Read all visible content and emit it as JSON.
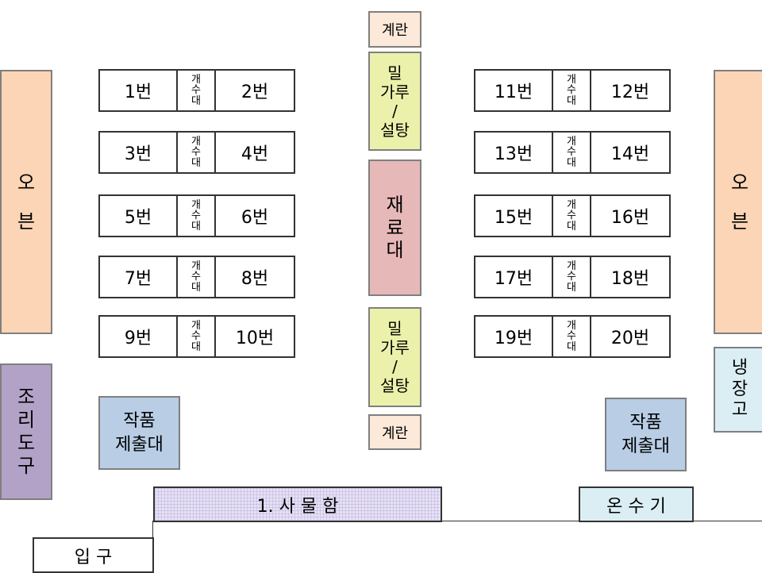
{
  "oven_left": [
    "오",
    "븐"
  ],
  "oven_right": [
    "오",
    "븐"
  ],
  "tools": [
    "조",
    "리",
    "도",
    "구"
  ],
  "fridge": [
    "냉",
    "장",
    "고"
  ],
  "egg_top": "계란",
  "egg_bottom": "계란",
  "flour_top": [
    "밀",
    "가루",
    "/",
    "설탕"
  ],
  "flour_bottom": [
    "밀",
    "가루",
    "/",
    "설탕"
  ],
  "material": [
    "재",
    "료",
    "대"
  ],
  "sink": [
    "개",
    "수",
    "대"
  ],
  "stations_left": [
    {
      "a": "1번",
      "b": "2번"
    },
    {
      "a": "3번",
      "b": "4번"
    },
    {
      "a": "5번",
      "b": "6번"
    },
    {
      "a": "7번",
      "b": "8번"
    },
    {
      "a": "9번",
      "b": "10번"
    }
  ],
  "stations_right": [
    {
      "a": "11번",
      "b": "12번"
    },
    {
      "a": "13번",
      "b": "14번"
    },
    {
      "a": "15번",
      "b": "16번"
    },
    {
      "a": "17번",
      "b": "18번"
    },
    {
      "a": "19번",
      "b": "20번"
    }
  ],
  "submit_left": [
    "작품",
    "제출대"
  ],
  "submit_right": [
    "작품",
    "제출대"
  ],
  "locker": "1. 사 물 함",
  "heater": "온 수 기",
  "entrance": "입 구"
}
